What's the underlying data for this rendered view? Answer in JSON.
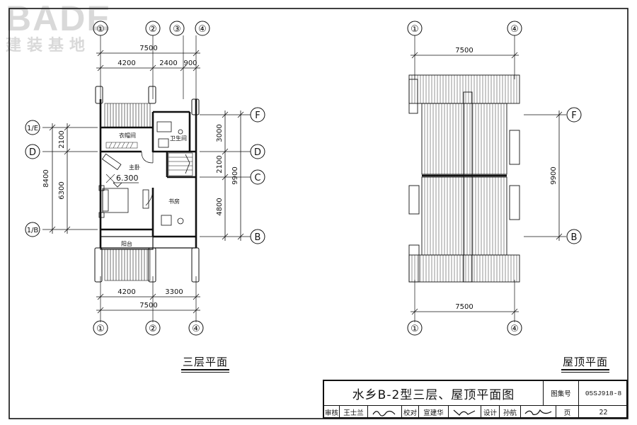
{
  "logo": {
    "brand": "BADE",
    "tagline": "建装基地"
  },
  "plan_third_floor": {
    "title": "三层平面",
    "grid_top": [
      "①",
      "②",
      "③",
      "④"
    ],
    "grid_bottom": [
      "①",
      "②",
      "④"
    ],
    "grid_left": [
      "1/E",
      "D",
      "1/B"
    ],
    "grid_right": [
      "F",
      "D",
      "C",
      "B"
    ],
    "dims_top_total": "7500",
    "dims_top_parts": [
      "4200",
      "2400",
      "900"
    ],
    "dims_bottom_parts": [
      "4200",
      "3300"
    ],
    "dims_bottom_total": "7500",
    "dims_left_outer": "8400",
    "dims_left_inner": [
      "2100",
      "6300"
    ],
    "dims_right_inner": [
      "3000",
      "2100",
      "4800"
    ],
    "dims_right_outer": "9900",
    "rooms": {
      "closet": "衣帽间",
      "bathroom": "卫生间",
      "master_bedroom": "主卧",
      "study": "书房",
      "balcony": "阳台"
    },
    "elevation": "6.300"
  },
  "plan_roof": {
    "title": "屋顶平面",
    "grid_top": [
      "①",
      "④"
    ],
    "grid_bottom": [
      "①",
      "④"
    ],
    "grid_right": [
      "F",
      "B"
    ],
    "dims_top": "7500",
    "dims_bottom": "7500",
    "dims_right": "9900"
  },
  "title_block": {
    "drawing_title": "水乡B-2型三层、屋顶平面图",
    "atlas_label": "图集号",
    "atlas_code": "05SJ918-8",
    "review_label": "审核",
    "reviewer": "王士兰",
    "check_label": "校对",
    "checker": "宣建华",
    "design_label": "设计",
    "designer": "孙航",
    "page_label": "页",
    "page_number": "22"
  }
}
